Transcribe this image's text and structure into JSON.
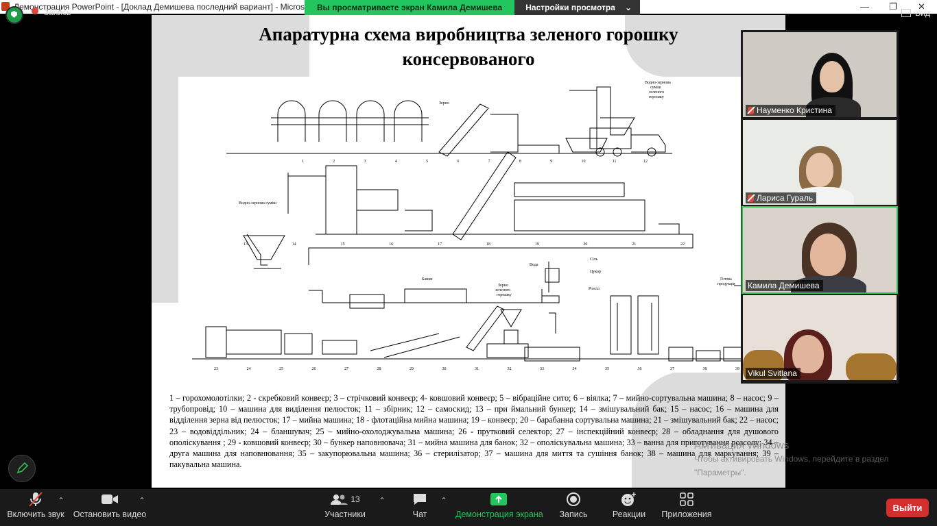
{
  "window": {
    "title": "Демонстрация PowerPoint - [Доклад Демишева последний вариант] - Microsoft PowerP",
    "record_label": "Запись",
    "view_label": "Вид"
  },
  "share_banner": {
    "viewing": "Вы просматриваете экран Камила Демишева",
    "options": "Настройки просмотра"
  },
  "slide": {
    "title_line1": "Апаратурна схема виробництва зеленого горошку",
    "title_line2": "консервованого",
    "legend": "1 – горохомолотілки; 2 - скребковий конвеєр; 3 – стрічковий конвеєр; 4- ковшовий конвеєр; 5 – вібраційне сито; 6 – віялка; 7 – мийно-сортувальна машина; 8 – насос; 9 – трубопровід; 10 – машина для виділення пелюсток; 11 – збірник; 12 – самоскид; 13 – при ймальний бункер; 14 – змішувальний бак; 15 – насос; 16 – машина для відділення зерна від пелюсток; 17 – мийна машина; 18 - флотаційна мийна машина; 19 – конвеєр; 20 – барабанна сортувальна машина; 21 – змішувальний бак; 22 – насос; 23 – водовіддільник; 24 – бланшувач; 25 – мийно-охолоджувальна машина; 26 - прутковий селектор; 27 – інспекційний конвеєр; 28 – обладнання для душового ополіскування ; 29 - ковшовий конвеєр; 30 – бункер наповнювача; 31 – мийна машина для банок; 32 – ополіскувальна машина; 33 – ванна для приготування розсолу; 34 – друга машина для наповнювання; 35 – закупорювальна машина; 36 – стерилізатор; 37 – машина для миття та сушіння банок; 38 – машина для маркування; 39 – пакувальна машина.",
    "diagram_labels": {
      "zerno": "Зерно",
      "water_grain_mix_top": "Водно-зернова суміш зеленого горошку",
      "water_grain_mix_mid": "Водно-зернова суміш",
      "banky": "Банки",
      "zerno_zelenogo": "Зерно зеленого горошку",
      "voda": "Вода",
      "sil": "Сіль",
      "tsukor": "Цукор",
      "rozsil": "Розсіл",
      "gotova": "Готова продукція",
      "row1_nums": [
        "1",
        "2",
        "3",
        "4",
        "5",
        "6",
        "7",
        "8",
        "9",
        "10",
        "11",
        "12"
      ],
      "row2_nums": [
        "13",
        "14",
        "15",
        "16",
        "17",
        "18",
        "19",
        "20",
        "21",
        "22"
      ],
      "row3_nums": [
        "23",
        "24",
        "25",
        "26",
        "27",
        "28",
        "29",
        "30",
        "31",
        "32",
        "33",
        "34",
        "35",
        "36",
        "37",
        "38",
        "39"
      ]
    }
  },
  "watermark": {
    "line1": "Активация Windows",
    "line2": "Чтобы активировать Windows, перейдите в раздел",
    "line3": "\"Параметры\"."
  },
  "participants": [
    {
      "name": "Науменко Кристина",
      "muted": true
    },
    {
      "name": "Лариса Гураль",
      "muted": true
    },
    {
      "name": "Камила Демишева",
      "muted": false
    },
    {
      "name": "Vikul Svitlana",
      "muted": false
    }
  ],
  "toolbar": {
    "unmute": "Включить звук",
    "stop_video": "Остановить видео",
    "participants": "Участники",
    "participants_count": "13",
    "chat": "Чат",
    "share": "Демонстрация экрана",
    "record": "Запись",
    "reactions": "Реакции",
    "apps": "Приложения",
    "exit": "Выйти"
  },
  "colors": {
    "accent_green": "#22c55e",
    "exit_red": "#d32f2f",
    "toolbar_bg": "#1a1a1a"
  }
}
